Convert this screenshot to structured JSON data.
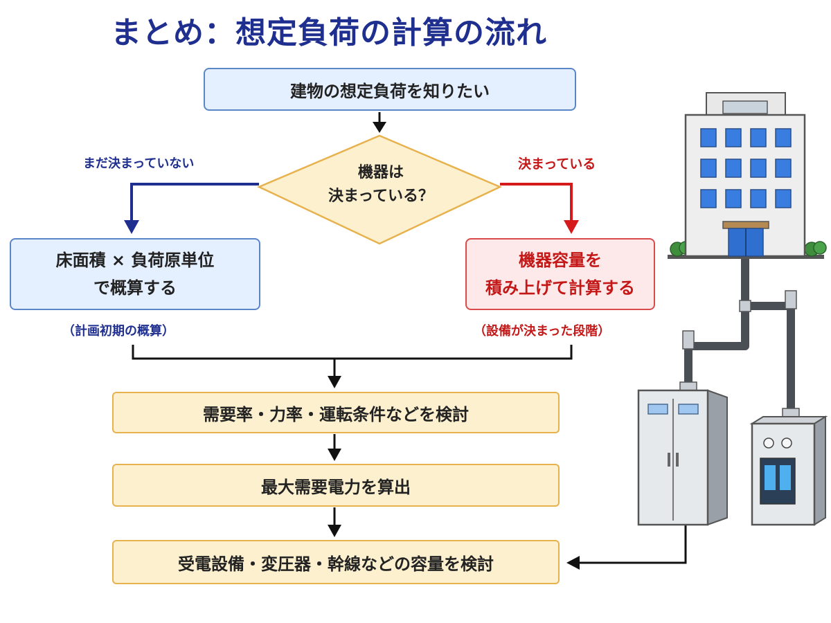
{
  "title": "まとめ：想定負荷の計算の流れ",
  "start": "建物の想定負荷を知りたい",
  "decision": "機器は\n決まっている？",
  "branch_left": {
    "label": "まだ決まっていない",
    "box": "床面積 × 負荷原単位\nで概算する",
    "note": "（計画初期の概算）"
  },
  "branch_right": {
    "label": "決まっている",
    "box": "機器容量を\n積み上げて計算する",
    "note": "（設備が決まった段階）"
  },
  "steps": [
    "需要率・力率・運転条件などを検討",
    "最大需要電力を算出",
    "受電設備・変圧器・幹線などの容量を検討"
  ],
  "colors": {
    "title": "#1f2f8f",
    "blue_arrow": "#1f2f8f",
    "red_arrow": "#d41a1a",
    "diamond_fill": "#fdf0cf",
    "diamond_stroke": "#e7b24e"
  },
  "illustration": {
    "building": "office-building-icon",
    "cubicle": "electrical-cubicle-icon",
    "panel": "control-panel-icon"
  }
}
